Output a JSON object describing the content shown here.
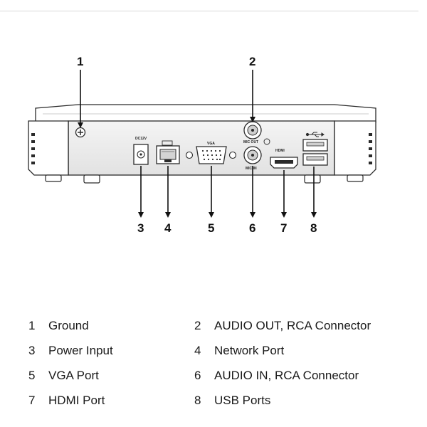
{
  "callouts": [
    "1",
    "2",
    "3",
    "4",
    "5",
    "6",
    "7",
    "8"
  ],
  "port_labels": {
    "power": "DC12V",
    "vga": "VGA",
    "mic_out": "MIC OUT",
    "mic_in": "MIC IN",
    "hdmi": "HDMI"
  },
  "legend": [
    {
      "num": "1",
      "label": "Ground"
    },
    {
      "num": "2",
      "label": "AUDIO OUT, RCA Connector"
    },
    {
      "num": "3",
      "label": "Power Input"
    },
    {
      "num": "4",
      "label": "Network Port"
    },
    {
      "num": "5",
      "label": "VGA Port"
    },
    {
      "num": "6",
      "label": "AUDIO IN, RCA Connector"
    },
    {
      "num": "7",
      "label": "HDMI Port"
    },
    {
      "num": "8",
      "label": "USB Ports"
    }
  ]
}
